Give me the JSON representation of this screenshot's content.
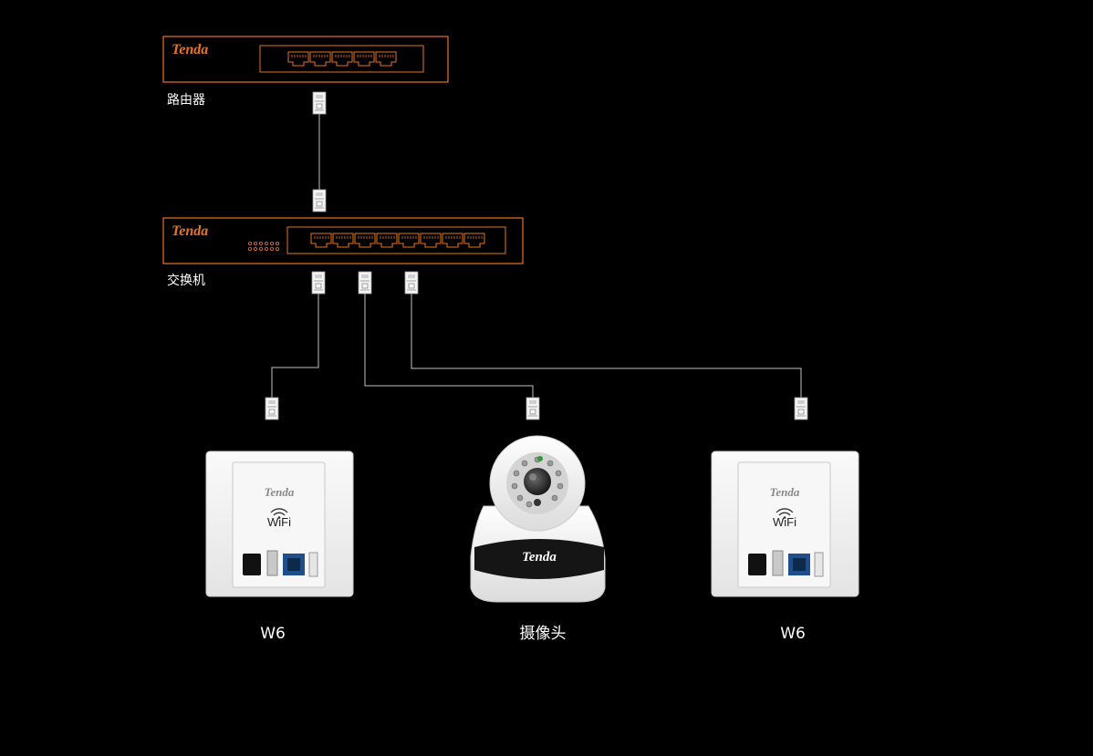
{
  "router": {
    "brand": "Tenda",
    "label": "路由器",
    "ports": 5
  },
  "switch": {
    "brand": "Tenda",
    "label": "交换机",
    "ports": 8,
    "leds": 12
  },
  "devices": {
    "ap_left": {
      "brand": "Tenda",
      "wifi": "WiFi",
      "label": "W6"
    },
    "camera": {
      "brand": "Tenda",
      "label": "摄像头"
    },
    "ap_right": {
      "brand": "Tenda",
      "wifi": "WiFi",
      "label": "W6"
    }
  },
  "colors": {
    "accent": "#e8731e",
    "background": "#000000",
    "cable": "#bfbfbf",
    "device_white": "#f2f2f2"
  }
}
